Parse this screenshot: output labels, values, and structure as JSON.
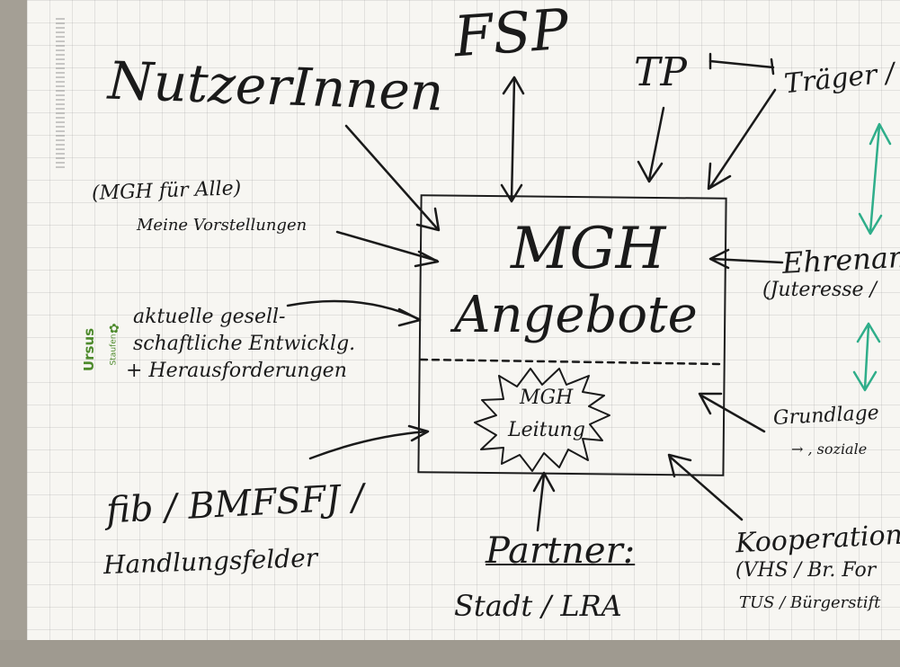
{
  "diagram": {
    "top_label": "FSP",
    "tp_label": "TP",
    "traeger_label": "Träger /",
    "nutzer_label": "NutzerInnen",
    "mgh_fuer_alle": "(MGH für Alle)",
    "vorstellungen": "Meine Vorstellungen",
    "aktuelle_line1": "aktuelle gesell-",
    "aktuelle_line2": "schaftliche Entwicklg.",
    "aktuelle_line3": "+ Herausforderungen",
    "fib_label": "fib / BMFSFJ /",
    "handlungsfelder": "Handlungsfelder",
    "partner_label": "Partner:",
    "stadt_label": "Stadt / LRA",
    "ehrenamt_line1": "Ehrenam",
    "ehrenamt_line2": "(Juteresse /",
    "grundlage_line1": "Grundlage",
    "grundlage_line2": "→ , soziale",
    "kooperation_line1": "Kooperatione",
    "kooperation_line2": "(VHS / Br. For",
    "kooperation_line3": "TUS / Bürgerstift",
    "box_title": "MGH",
    "box_subtitle": "Angebote",
    "inner_line1": "MGH",
    "inner_line2": "Leitung",
    "logo_name": "Ursus",
    "logo_sub": "Staufen"
  },
  "colors": {
    "ink": "#1a1a1a",
    "teal_arrow": "#2fae8a",
    "logo_green": "#4d8a2c"
  }
}
